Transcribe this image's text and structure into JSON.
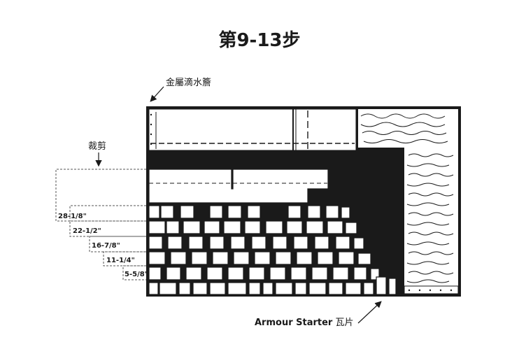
{
  "title": "第9-13步",
  "labels": {
    "drip_edge": "金屬滴水簷",
    "cut": "裁剪",
    "starter_bold": "Armour Starter",
    "starter_rest": " 瓦片"
  },
  "measurements": [
    "28-1/8\"",
    "22-1/2\"",
    "16-7/8\"",
    "11-1/4\"",
    "5-5/8\""
  ],
  "colors": {
    "ink": "#1a1a1a",
    "paper": "#ffffff",
    "dash": "#555555"
  },
  "icons": [
    "arrow-icon"
  ]
}
